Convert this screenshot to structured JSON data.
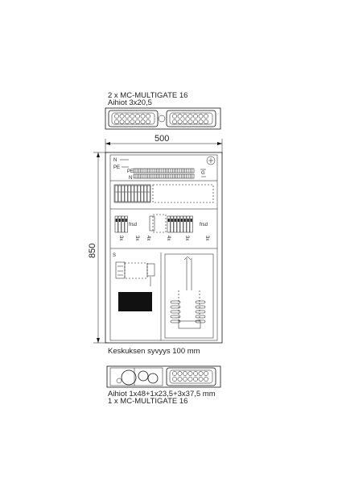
{
  "top_gland": {
    "line1": "2 x MC-MULTIGATE 16",
    "line2": "Aihiot  3x20,5"
  },
  "dimensions": {
    "width": "500",
    "height": "850"
  },
  "cabinet": {
    "n_label": "N",
    "pe_label": "PE",
    "pe_bar_label": "PE",
    "n_bar_label": "N",
    "s_label": "S",
    "cb_labels": [
      "3x",
      "3x",
      "4x",
      "4x",
      "3x",
      "3x"
    ],
    "brand_labels": [
      "frsd",
      "frsd"
    ]
  },
  "depth_text": "Keskuksen syvyys 100 mm",
  "bottom_gland": {
    "line1": "Aihiot  1x48+1x23,5+3x37,5 mm",
    "line2": "1 x MC-MULTIGATE 16"
  }
}
